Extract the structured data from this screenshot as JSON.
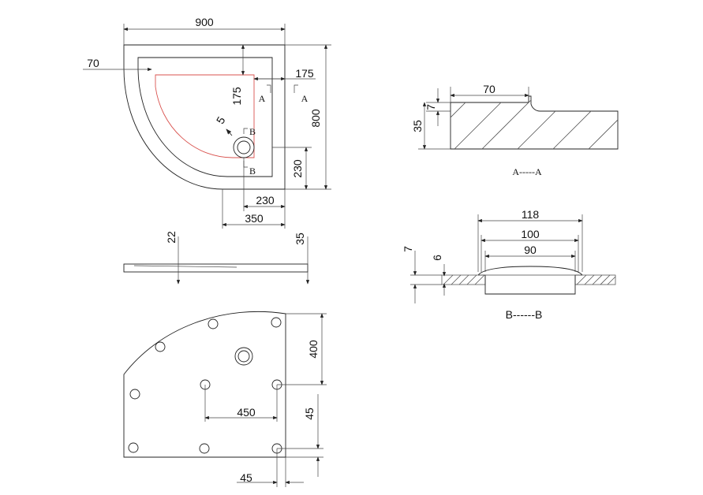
{
  "plan_view": {
    "width_label": "900",
    "depth_label": "800",
    "rim_label": "70",
    "offset_x_label": "175",
    "offset_y_label": "175",
    "drain_y_label": "230",
    "drain_x_label": "230",
    "drain_span_label": "350",
    "slope_label": "5",
    "section_a_left": "A",
    "section_a_right": "A",
    "section_b_top": "B",
    "section_b_bottom": "B"
  },
  "side_view": {
    "thickness_22": "22",
    "thickness_35": "35"
  },
  "bottom_view": {
    "leg_y_label": "400",
    "leg_x_label": "450",
    "edge_y_label": "45",
    "edge_x_label": "45"
  },
  "section_aa": {
    "top_width_label": "70",
    "step_label": "7",
    "height_label": "35",
    "caption": "A-----A"
  },
  "section_bb": {
    "outer_label": "118",
    "mid_label": "100",
    "inner_label": "90",
    "depth_label": "7",
    "sub_depth_label": "6",
    "caption": "B------B"
  }
}
